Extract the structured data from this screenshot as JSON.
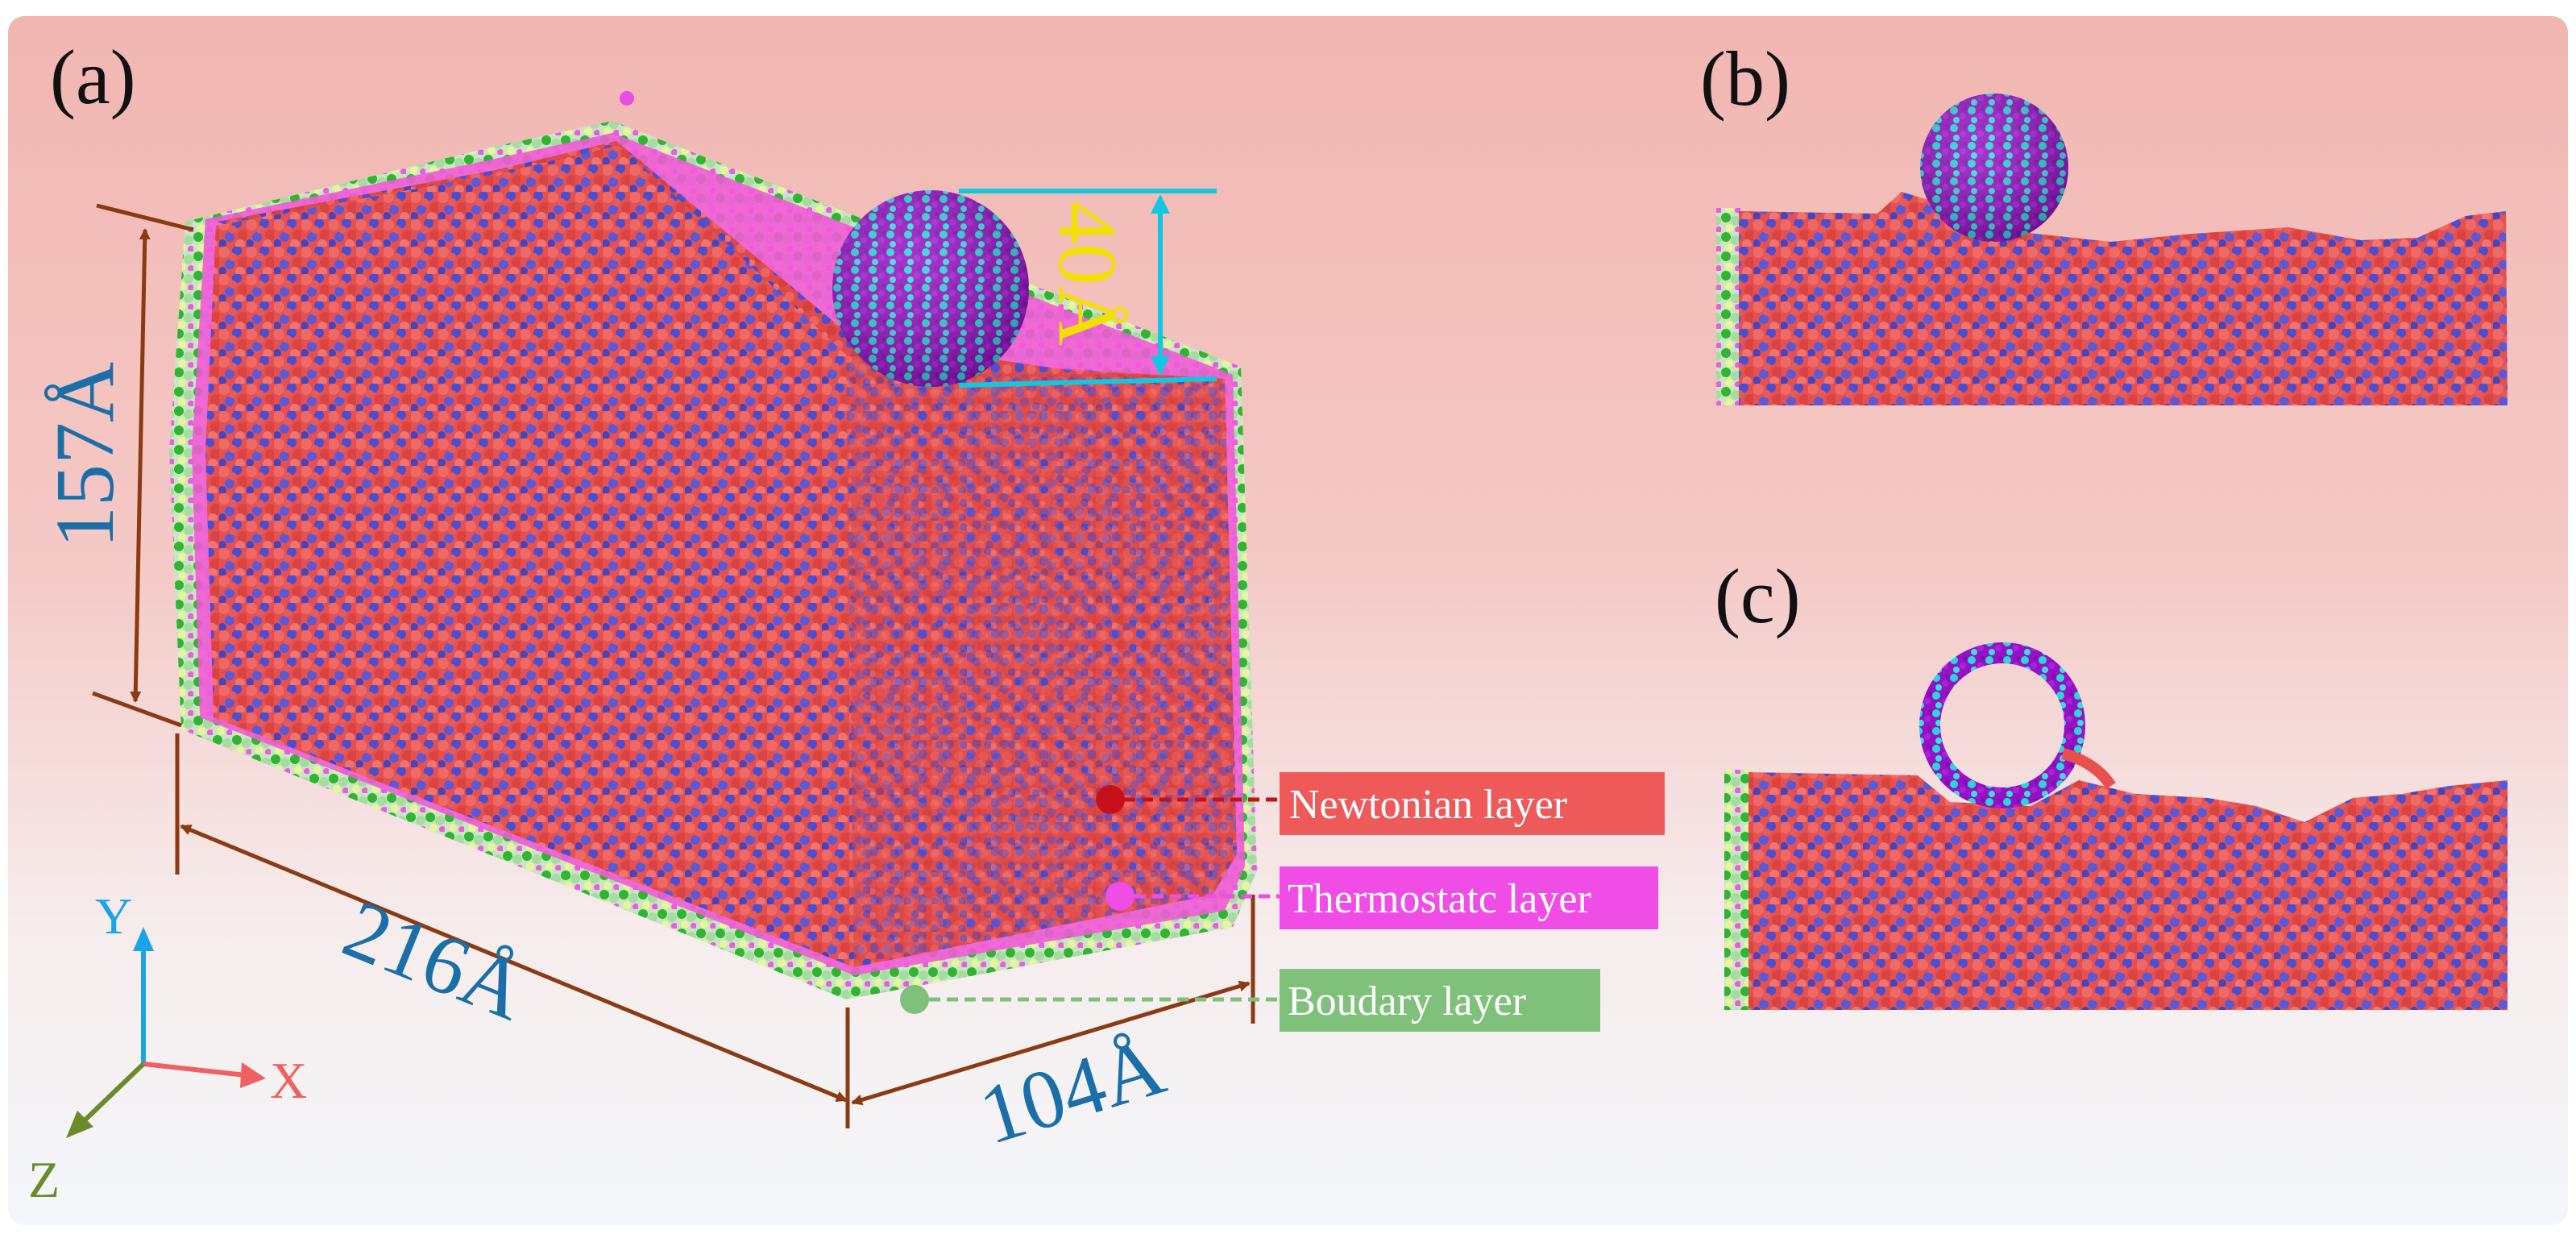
{
  "panels": {
    "a": "(a)",
    "b": "(b)",
    "c": "(c)"
  },
  "dimensions": {
    "height": "157Å",
    "length": "216Å",
    "width": "104Å",
    "sphere_diameter": "40Å"
  },
  "legend": [
    {
      "label": "Newtonian layer",
      "color": "#ee5a5a"
    },
    {
      "label": "Thermostatc layer",
      "color": "#f04ce6"
    },
    {
      "label": "Boudary layer",
      "color": "#7fc07a"
    }
  ],
  "axes": {
    "x": "X",
    "y": "Y",
    "z": "Z"
  },
  "colors": {
    "background_top": "#f2b7b3",
    "background_bottom": "#f7fafd",
    "atom_red": "#e8504e",
    "atom_blue": "#4b4fd0",
    "sphere_purple": "#9a14c8",
    "sphere_cyan": "#2fd5d5",
    "dimension_line": "#8b3a12",
    "dimension_cyan": "#12c8e0",
    "axis_x": "#f06060",
    "axis_y": "#1aa4e8",
    "axis_z": "#6b8a2a"
  }
}
